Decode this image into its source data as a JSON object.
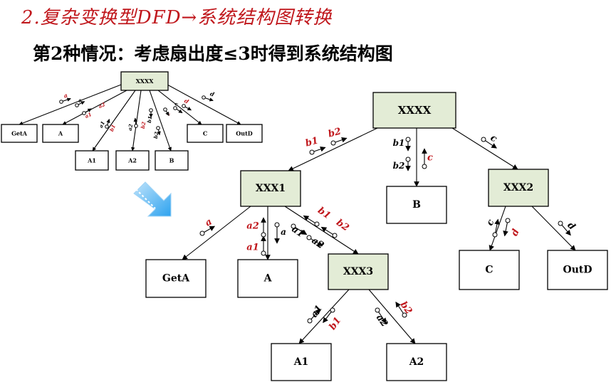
{
  "title": "2.复杂变换型DFD→系统结构图转换",
  "subtitle": "第2种情况：考虑扇出度≤3时得到系统结构图",
  "colors": {
    "title": "#c0171c",
    "module_fill": "#e3ecd6",
    "plain_fill": "#ffffff",
    "label_black": "#000000",
    "label_red": "#c0171c",
    "arrow_gradient": [
      "#bfe3fb",
      "#2ea3ef"
    ]
  },
  "small_diagram": {
    "nodes": {
      "root": "XXXX",
      "geta": "GetA",
      "a": "A",
      "c": "C",
      "outd": "OutD",
      "a1": "A1",
      "a2": "A2",
      "b": "B"
    },
    "flows": {
      "geta": [
        {
          "text": "a",
          "color": "red"
        }
      ],
      "a": [
        {
          "text": "a",
          "color": "black"
        },
        {
          "text": "a1",
          "color": "red"
        },
        {
          "text": "a2",
          "color": "red"
        }
      ],
      "a1": [
        {
          "text": "a1",
          "color": "black"
        },
        {
          "text": "b1",
          "color": "red"
        }
      ],
      "a2": [
        {
          "text": "a2",
          "color": "black"
        },
        {
          "text": "b2",
          "color": "red"
        }
      ],
      "b": [
        {
          "text": "b1",
          "color": "black"
        },
        {
          "text": "b2",
          "color": "black"
        },
        {
          "text": "c",
          "color": "red"
        }
      ],
      "c": [
        {
          "text": "c",
          "color": "black"
        },
        {
          "text": "d",
          "color": "red"
        }
      ],
      "outd": [
        {
          "text": "d",
          "color": "black"
        }
      ]
    }
  },
  "big_diagram": {
    "nodes": {
      "root": "XXXX",
      "xxx1": "XXX1",
      "b": "B",
      "xxx2": "XXX2",
      "geta": "GetA",
      "a": "A",
      "xxx3": "XXX3",
      "a1": "A1",
      "a2": "A2",
      "c": "C",
      "outd": "OutD"
    },
    "flows": {
      "root_xxx1": [
        {
          "text": "b1",
          "color": "red"
        },
        {
          "text": "b2",
          "color": "red"
        }
      ],
      "root_b": [
        {
          "text": "b1",
          "color": "black"
        },
        {
          "text": "b2",
          "color": "black"
        },
        {
          "text": "c",
          "color": "red"
        }
      ],
      "root_xxx2": [
        {
          "text": "c",
          "color": "black"
        }
      ],
      "xxx1_geta": [
        {
          "text": "a",
          "color": "red"
        }
      ],
      "xxx1_a": [
        {
          "text": "a2",
          "color": "red"
        },
        {
          "text": "a1",
          "color": "red"
        },
        {
          "text": "a",
          "color": "black"
        }
      ],
      "xxx1_xxx3": [
        {
          "text": "b1",
          "color": "red"
        },
        {
          "text": "b2",
          "color": "red"
        },
        {
          "text": "a1",
          "color": "black"
        },
        {
          "text": "a2",
          "color": "black"
        }
      ],
      "xxx3_a1": [
        {
          "text": "a1",
          "color": "black"
        },
        {
          "text": "b1",
          "color": "red"
        }
      ],
      "xxx3_a2": [
        {
          "text": "b2",
          "color": "red"
        },
        {
          "text": "a2",
          "color": "black"
        }
      ],
      "xxx2_c": [
        {
          "text": "c",
          "color": "black"
        },
        {
          "text": "d",
          "color": "red"
        }
      ],
      "xxx2_outd": [
        {
          "text": "d",
          "color": "black"
        }
      ]
    }
  }
}
